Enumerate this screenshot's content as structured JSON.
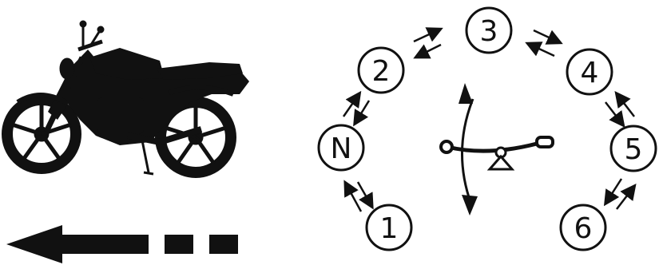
{
  "diagram": {
    "gears": [
      {
        "id": "gear-1",
        "label": "1"
      },
      {
        "id": "gear-n",
        "label": "N"
      },
      {
        "id": "gear-2",
        "label": "2"
      },
      {
        "id": "gear-3",
        "label": "3"
      },
      {
        "id": "gear-4",
        "label": "4"
      },
      {
        "id": "gear-5",
        "label": "5"
      },
      {
        "id": "gear-6",
        "label": "6"
      }
    ],
    "icons": [
      "motorcycle-icon",
      "direction-arrow-icon",
      "shift-lever-icon"
    ],
    "colors": {
      "ink": "#111111",
      "background": "#ffffff"
    }
  }
}
